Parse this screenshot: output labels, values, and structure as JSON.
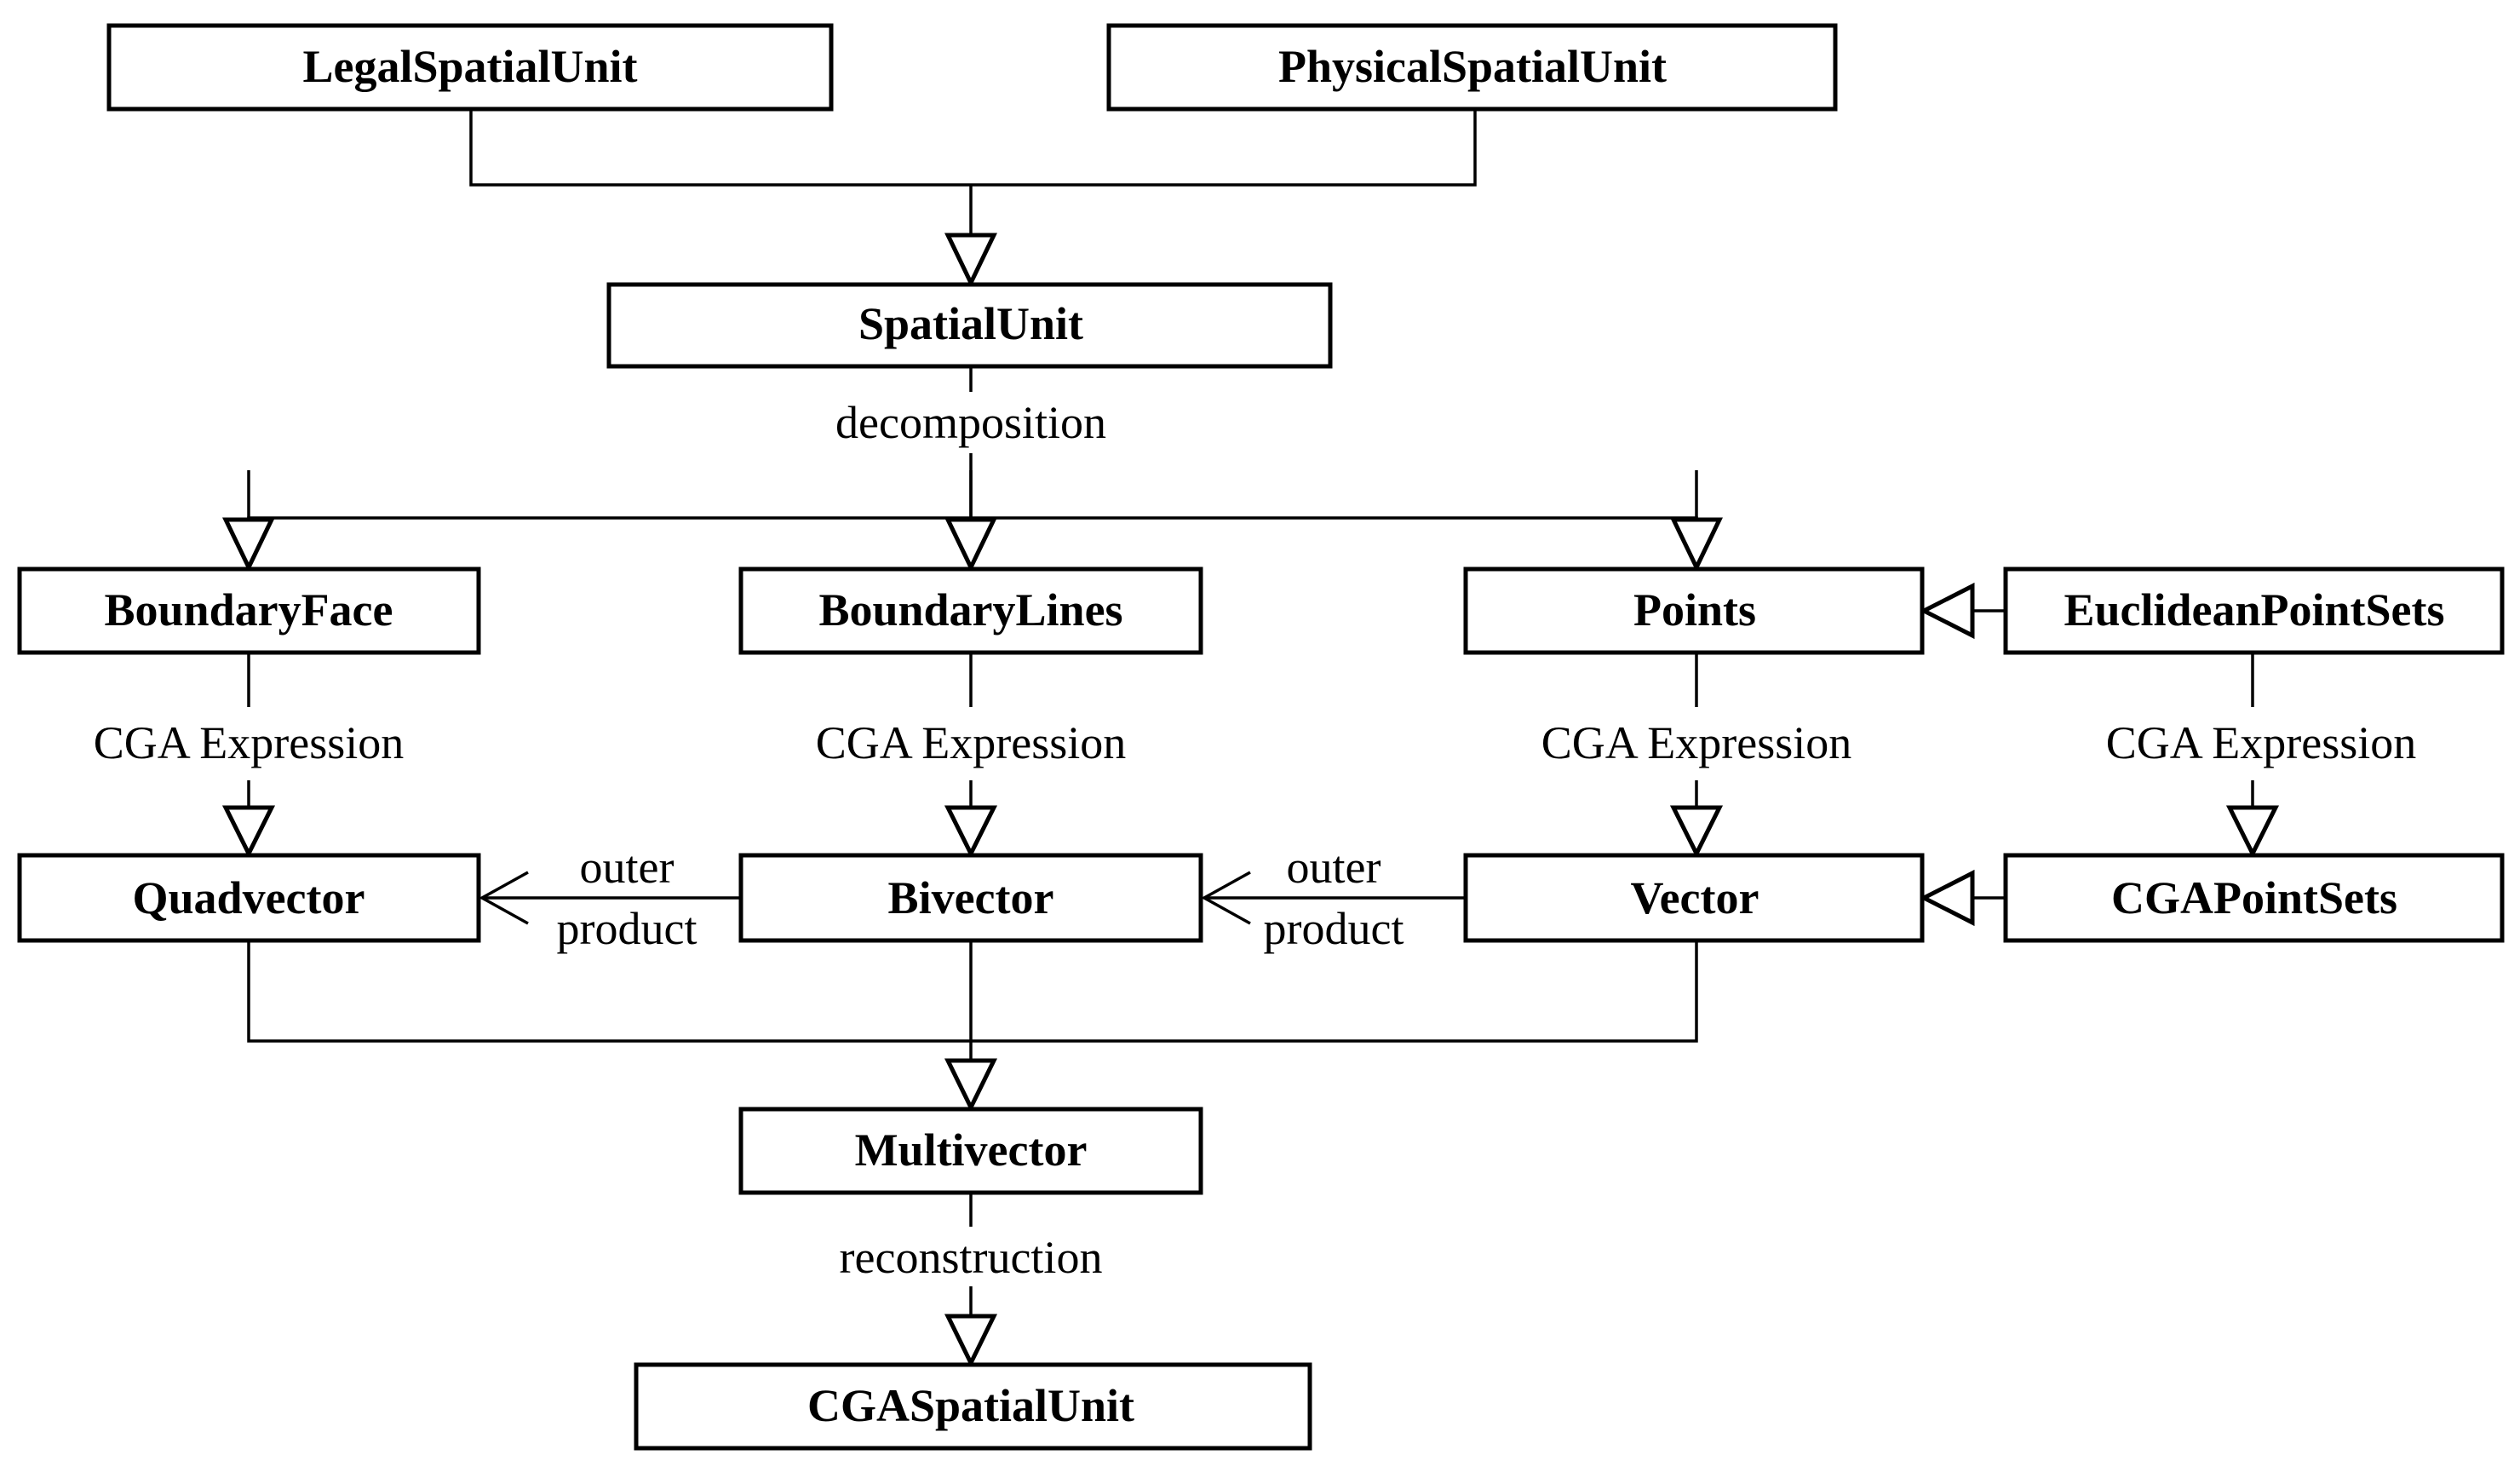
{
  "diagram": {
    "classes": {
      "legal_spatial_unit": "LegalSpatialUnit",
      "physical_spatial_unit": "PhysicalSpatialUnit",
      "spatial_unit": "SpatialUnit",
      "boundary_face": "BoundaryFace",
      "boundary_lines": "BoundaryLines",
      "points": "Points",
      "euclidean_point_sets": "EuclideanPointSets",
      "quadvector": "Quadvector",
      "bivector": "Bivector",
      "vector": "Vector",
      "cga_point_sets": "CGAPointSets",
      "multivector": "Multivector",
      "cga_spatial_unit": "CGASpatialUnit"
    },
    "labels": {
      "decomposition": "decomposition",
      "cga_expression": "CGA Expression",
      "outer": "outer",
      "product": "product",
      "reconstruction": "reconstruction"
    },
    "relations": [
      {
        "from": "LegalSpatialUnit",
        "to": "SpatialUnit",
        "type": "generalization"
      },
      {
        "from": "PhysicalSpatialUnit",
        "to": "SpatialUnit",
        "type": "generalization"
      },
      {
        "from": "SpatialUnit",
        "to": "BoundaryFace",
        "type": "generalization",
        "label": "decomposition"
      },
      {
        "from": "SpatialUnit",
        "to": "BoundaryLines",
        "type": "generalization",
        "label": "decomposition"
      },
      {
        "from": "SpatialUnit",
        "to": "Points",
        "type": "generalization",
        "label": "decomposition"
      },
      {
        "from": "EuclideanPointSets",
        "to": "Points",
        "type": "generalization"
      },
      {
        "from": "BoundaryFace",
        "to": "Quadvector",
        "type": "generalization",
        "label": "CGA Expression"
      },
      {
        "from": "BoundaryLines",
        "to": "Bivector",
        "type": "generalization",
        "label": "CGA Expression"
      },
      {
        "from": "Points",
        "to": "Vector",
        "type": "generalization",
        "label": "CGA Expression"
      },
      {
        "from": "EuclideanPointSets",
        "to": "CGAPointSets",
        "type": "generalization",
        "label": "CGA Expression"
      },
      {
        "from": "CGAPointSets",
        "to": "Vector",
        "type": "generalization"
      },
      {
        "from": "Bivector",
        "to": "Quadvector",
        "type": "association",
        "label": "outer product"
      },
      {
        "from": "Vector",
        "to": "Bivector",
        "type": "association",
        "label": "outer product"
      },
      {
        "from": "Quadvector",
        "to": "Multivector",
        "type": "generalization"
      },
      {
        "from": "Bivector",
        "to": "Multivector",
        "type": "generalization"
      },
      {
        "from": "Vector",
        "to": "Multivector",
        "type": "generalization"
      },
      {
        "from": "Multivector",
        "to": "CGASpatialUnit",
        "type": "generalization",
        "label": "reconstruction"
      }
    ]
  }
}
